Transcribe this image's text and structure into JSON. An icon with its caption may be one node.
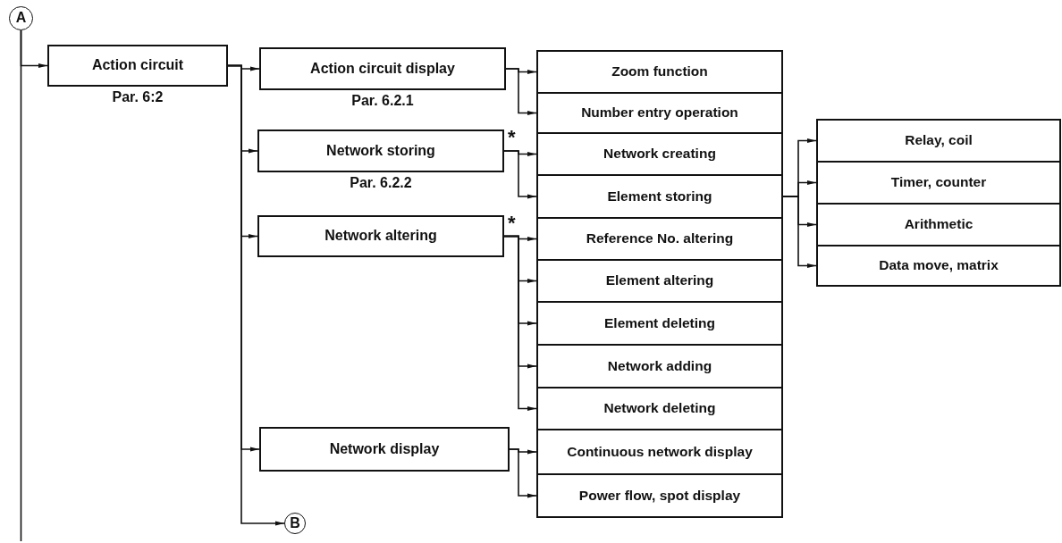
{
  "diagram": {
    "nodes": [
      {
        "text": [
          "A"
        ]
      },
      {
        "text": [
          "Action circuit"
        ],
        "beside": [
          "Par. 6:2"
        ]
      },
      {
        "text": [
          "Action circuit display"
        ],
        "beside": [
          "Par. 6.2.1"
        ]
      },
      {
        "text": [
          "Network storing"
        ],
        "beside": [
          "Par. 6.2.2",
          "*"
        ]
      },
      {
        "text": [
          "Network altering"
        ],
        "beside": [
          "*"
        ]
      },
      {
        "text": [
          "Network display"
        ]
      },
      {
        "text": [
          "B"
        ]
      },
      {
        "text": [
          "Zoom function"
        ]
      },
      {
        "text": [
          "Number entry operation"
        ]
      },
      {
        "text": [
          "Network creating"
        ]
      },
      {
        "text": [
          "Element storing"
        ]
      },
      {
        "text": [
          "Reference No. altering"
        ]
      },
      {
        "text": [
          "Element altering"
        ]
      },
      {
        "text": [
          "Element deleting"
        ]
      },
      {
        "text": [
          "Network adding"
        ]
      },
      {
        "text": [
          "Network deleting"
        ]
      },
      {
        "text": [
          "Continuous network display"
        ]
      },
      {
        "text": [
          "Power flow, spot display"
        ]
      },
      {
        "text": [
          "Relay, coil"
        ]
      },
      {
        "text": [
          "Timer, counter"
        ]
      },
      {
        "text": [
          "Arithmetic"
        ]
      },
      {
        "text": [
          "Data move, matrix"
        ]
      }
    ],
    "edges": [
      {
        "from": 0,
        "to": 1,
        "arrow": "to"
      },
      {
        "from": 0,
        "to": null,
        "arrow": "none"
      },
      {
        "from": 1,
        "to": 2,
        "arrow": "to"
      },
      {
        "from": 1,
        "to": 3,
        "arrow": "to"
      },
      {
        "from": 1,
        "to": 4,
        "arrow": "to"
      },
      {
        "from": 1,
        "to": 5,
        "arrow": "to"
      },
      {
        "from": 1,
        "to": 6,
        "arrow": "to"
      },
      {
        "from": 2,
        "to": 7,
        "arrow": "to"
      },
      {
        "from": 2,
        "to": 8,
        "arrow": "to"
      },
      {
        "from": 3,
        "to": 9,
        "arrow": "to"
      },
      {
        "from": 3,
        "to": 10,
        "arrow": "to"
      },
      {
        "from": 4,
        "to": 11,
        "arrow": "to"
      },
      {
        "from": 4,
        "to": 12,
        "arrow": "to"
      },
      {
        "from": 4,
        "to": 13,
        "arrow": "to"
      },
      {
        "from": 4,
        "to": 14,
        "arrow": "to"
      },
      {
        "from": 4,
        "to": 15,
        "arrow": "to"
      },
      {
        "from": 5,
        "to": 16,
        "arrow": "to"
      },
      {
        "from": 5,
        "to": 17,
        "arrow": "to"
      },
      {
        "from": 10,
        "to": 18,
        "arrow": "to"
      },
      {
        "from": 10,
        "to": 19,
        "arrow": "to"
      },
      {
        "from": 10,
        "to": 20,
        "arrow": "to"
      },
      {
        "from": 10,
        "to": 21,
        "arrow": "to"
      }
    ]
  }
}
